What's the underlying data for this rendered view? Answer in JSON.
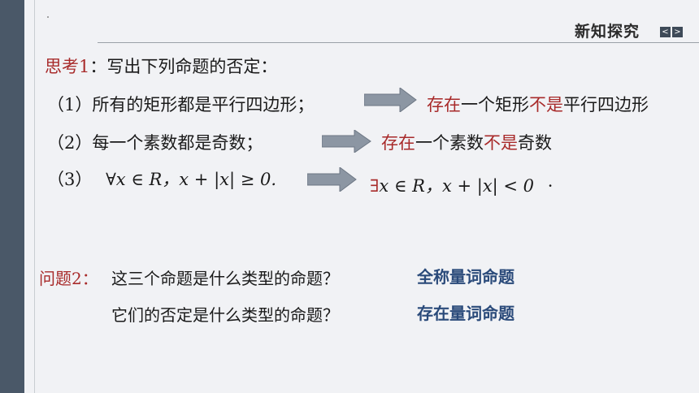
{
  "header": {
    "section_title": "新知探究",
    "nav_prev": "<",
    "nav_next": ">"
  },
  "think": {
    "label": "思考1",
    "prompt": "：写出下列命题的否定："
  },
  "items": [
    {
      "num": "（1）",
      "text": "所有的矩形都是平行四边形；",
      "answer": [
        {
          "text": "存在",
          "style": "red"
        },
        {
          "text": "一个矩形",
          "style": "normal"
        },
        {
          "text": "不是",
          "style": "red"
        },
        {
          "text": "平行四边形",
          "style": "normal"
        }
      ]
    },
    {
      "num": "（2）",
      "text": "每一个素数都是奇数；",
      "answer": [
        {
          "text": "存在",
          "style": "red"
        },
        {
          "text": "一个素数",
          "style": "normal"
        },
        {
          "text": "不是",
          "style": "red"
        },
        {
          "text": "奇数",
          "style": "normal"
        }
      ]
    },
    {
      "num": "（3）",
      "math_q": "∀x ∈ R，x + |x| ≥ 0.",
      "math_a_symbol": "∃",
      "math_a": "x ∈ R，x + |x| < 0",
      "trailing_dot": "·"
    }
  ],
  "question": {
    "label": "问题2：",
    "q1": "这三个命题是什么类型的命题？",
    "a1": "全称量词命题",
    "q2": "它们的否定是什么类型的命题？",
    "a2": "存在量词命题"
  },
  "colors": {
    "accent_red": "#a82a2a",
    "answer_blue": "#2a4a7a",
    "arrow_fill": "#8c96a3",
    "left_bar": "#4a5868"
  }
}
